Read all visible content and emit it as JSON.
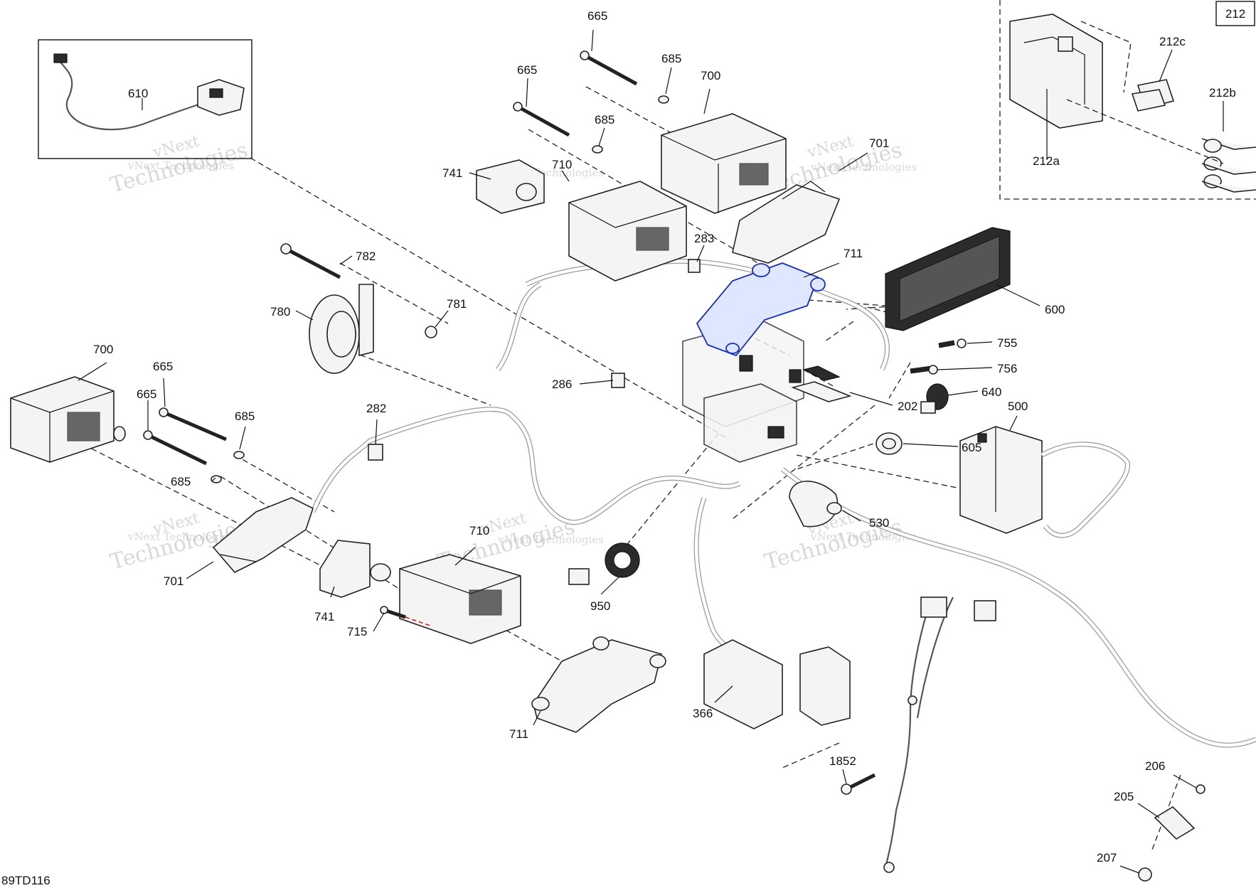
{
  "diagram_id": "89TD116",
  "inset_ref": "212",
  "watermark_line1": "vNext",
  "watermark_line2": "Technologies",
  "watermark_inline": "vNext Technologies",
  "labels": {
    "l665a": "665",
    "l685a": "685",
    "l700a": "700",
    "l665b": "665",
    "l685b": "685",
    "l710a": "710",
    "l741a": "741",
    "l701a": "701",
    "l283": "283",
    "l711a": "711",
    "l600": "600",
    "l610": "610",
    "l782": "782",
    "l780": "780",
    "l781": "781",
    "l755": "755",
    "l756": "756",
    "l640": "640",
    "l202": "202",
    "l286": "286",
    "l500": "500",
    "l605": "605",
    "l700b": "700",
    "l665c": "665",
    "l665d": "665",
    "l685c": "685",
    "l685d": "685",
    "l282": "282",
    "l530": "530",
    "l701b": "701",
    "l710b": "710",
    "l741b": "741",
    "l715": "715",
    "l950": "950",
    "l711b": "711",
    "l366": "366",
    "l1852": "1852",
    "l206": "206",
    "l205": "205",
    "l207": "207",
    "l212a": "212a",
    "l212b": "212b",
    "l212c": "212c"
  }
}
